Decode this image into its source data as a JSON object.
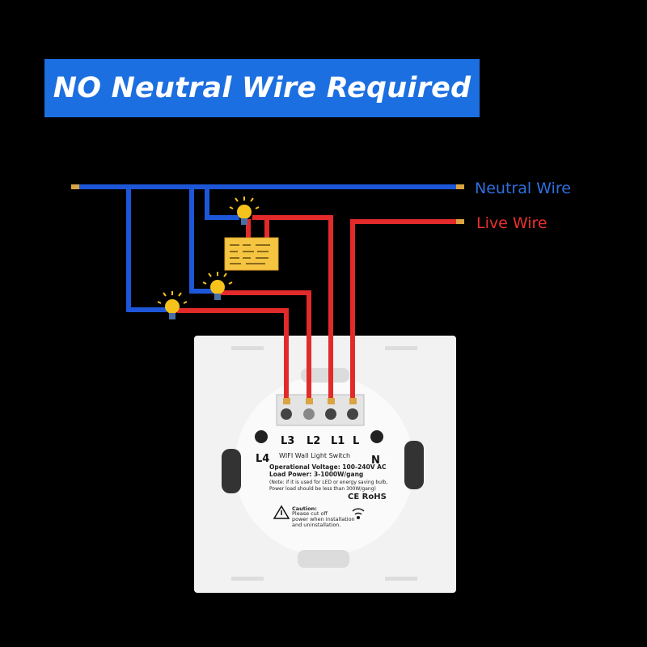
{
  "banner": {
    "title": "NO Neutral Wire Required"
  },
  "wires": {
    "neutral_label": "Neutral Wire",
    "live_label": "Live Wire"
  },
  "colors": {
    "neutral": "#1d57d8",
    "live": "#e32a2a",
    "banner": "#1c6fe0",
    "background": "#000000"
  },
  "switch": {
    "terminals": [
      "L3",
      "L2",
      "L1",
      "L"
    ],
    "left_terminal": "L4",
    "right_terminal": "N",
    "product_name": "WIFI Wall Light Switch",
    "voltage": "Operational Voltage: 100-240V AC",
    "load_power": "Load Power: 3-1000W/gang",
    "note_line1": "(Note: if it is used for LED or energy saving bulb,",
    "note_line2": "Power load should be less than 300W/gang)",
    "caution_title": "Caution:",
    "caution_line1": "Please cut off",
    "caution_line2": "power when installation",
    "caution_line3": "and uninstallation.",
    "cert_marks": "CE RoHS"
  }
}
